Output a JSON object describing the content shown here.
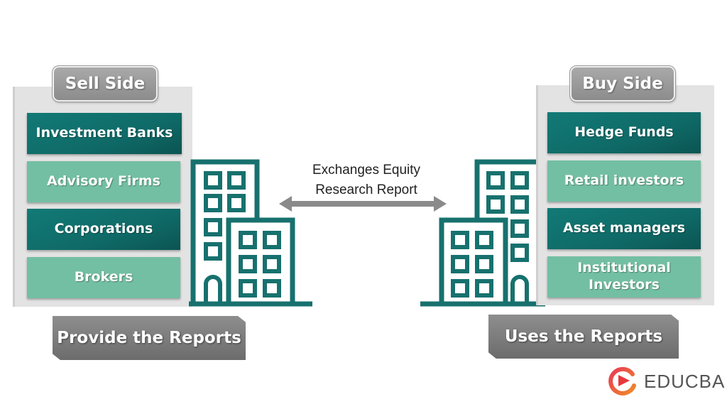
{
  "sell_side": {
    "title": "Sell Side",
    "items": [
      {
        "label": "Investment Banks",
        "style": "dark"
      },
      {
        "label": "Advisory Firms",
        "style": "light"
      },
      {
        "label": "Corporations",
        "style": "dark"
      },
      {
        "label": "Brokers",
        "style": "light"
      }
    ],
    "footer": "Provide the Reports"
  },
  "buy_side": {
    "title": "Buy Side",
    "items": [
      {
        "label": "Hedge Funds",
        "style": "dark"
      },
      {
        "label": "Retail investors",
        "style": "light"
      },
      {
        "label": "Asset managers",
        "style": "dark"
      },
      {
        "label": "Institutional Investors",
        "style": "light"
      }
    ],
    "footer": "Uses the Reports"
  },
  "connector": {
    "line1": "Exchanges Equity",
    "line2": "Research Report",
    "icon": "double-arrow-icon"
  },
  "icons": {
    "left_building": "building-icon",
    "right_building": "building-icon"
  },
  "brand": {
    "name": "EDUCBA",
    "icon": "educba-logo-icon"
  },
  "colors": {
    "teal_dark": "#0f6a67",
    "teal_light": "#73bfa3",
    "building_stroke": "#17716e",
    "panel_bg": "#e3e3e3",
    "gray_button": "#7d7d7d",
    "arrow": "#8a8a8a",
    "logo_red": "#e8383d"
  }
}
